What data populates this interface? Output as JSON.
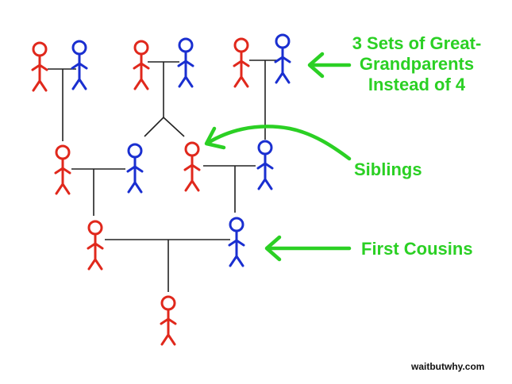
{
  "colors": {
    "female": "#e0281c",
    "male": "#1a2fd0",
    "lines": "#222222",
    "annotation": "#2bd024"
  },
  "labels": {
    "great_grandparents": [
      "3 Sets of Great-",
      "Grandparents",
      "Instead of 4"
    ],
    "siblings": "Siblings",
    "first_cousins": "First Cousins"
  },
  "credit": "waitbutwhy.com"
}
